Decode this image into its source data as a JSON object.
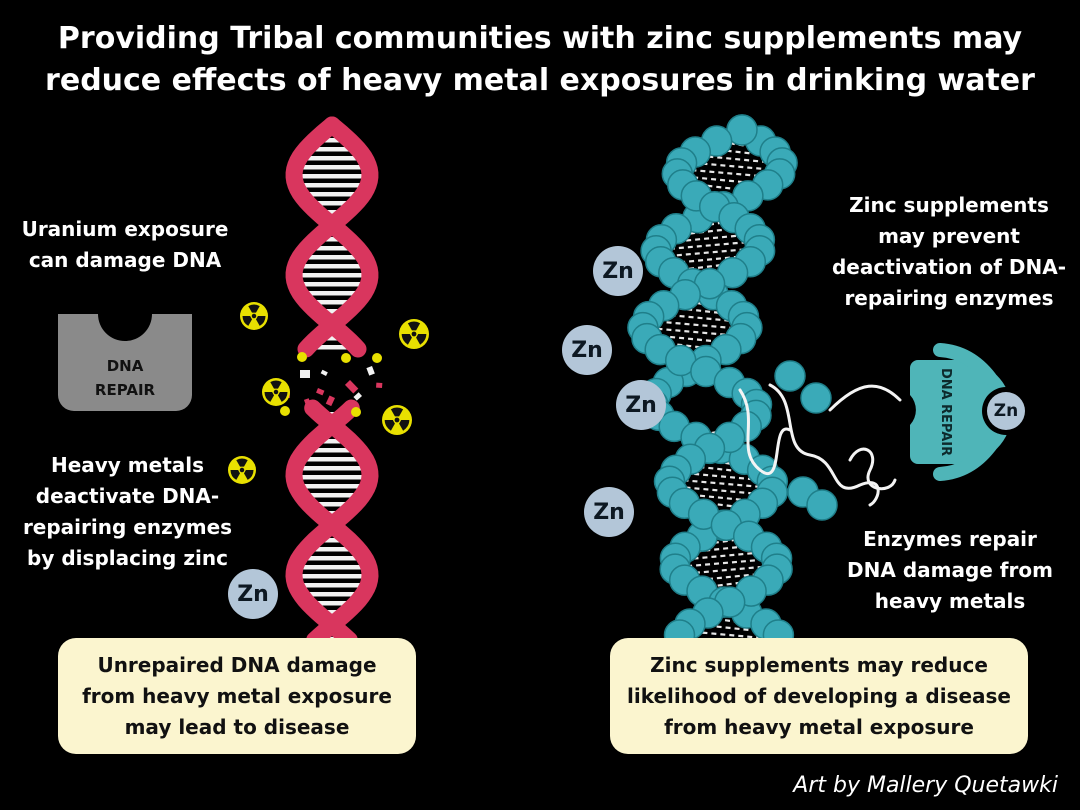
{
  "title": {
    "line1": "Providing Tribal communities with zinc supplements may",
    "line2": "reduce effects of heavy metal exposures in drinking water"
  },
  "left": {
    "uranium_label": [
      "Uranium exposure",
      "can damage DNA"
    ],
    "enzyme_text": [
      "DNA",
      "REPAIR"
    ],
    "heavy_metals_label": [
      "Heavy metals",
      "deactivate DNA-",
      "repairing enzymes",
      "by displacing zinc"
    ],
    "zn": "Zn",
    "outcome": [
      "Unrepaired DNA damage",
      "from heavy metal exposure",
      "may lead to disease"
    ]
  },
  "right": {
    "prevent_label": [
      "Zinc supplements",
      "may prevent",
      "deactivation of DNA-",
      "repairing enzymes"
    ],
    "zn_labels": [
      "Zn",
      "Zn",
      "Zn",
      "Zn"
    ],
    "enzyme_text": [
      "DNA",
      "REPAIR"
    ],
    "enzyme_zn": "Zn",
    "repair_label": [
      "Enzymes repair",
      "DNA damage from",
      "heavy metals"
    ],
    "outcome": [
      "Zinc supplements may reduce",
      "likelihood of developing a disease",
      "from heavy metal exposure"
    ]
  },
  "credit": "Art by Mallery Quetawki",
  "colors": {
    "background": "#000000",
    "left_helix": "#d9365e",
    "right_helix": "#3aaab8",
    "enzyme_left": "#8a8a8a",
    "enzyme_right": "#4fb5b8",
    "zinc_circle": "#b3c6d8",
    "outcome_box": "#fbf5cf",
    "radiation": "#e8e000"
  }
}
